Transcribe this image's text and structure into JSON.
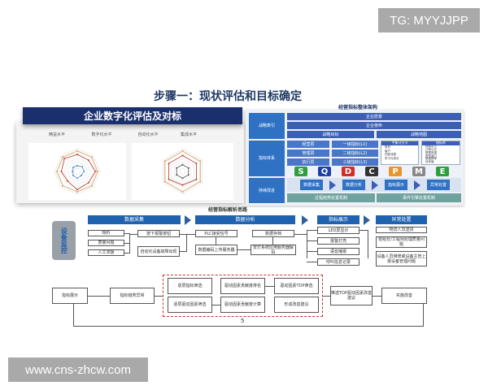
{
  "watermarks": {
    "top_right": "TG: MYYJJPP",
    "bottom_left": "www.cns-zhcw.com"
  },
  "title": "步骤一：现状评估和目标确定",
  "left_panel": {
    "header": "企业数字化评估及对标",
    "labels": [
      "精益水平",
      "数字化水平",
      "自动化水平",
      "集成水平"
    ],
    "radars": [
      {
        "axes": 8,
        "levels": 7,
        "series": [
          {
            "color": "#c0392b",
            "values": [
              0.75,
              0.7,
              0.8,
              0.7,
              0.8,
              0.6,
              0.7,
              0.8
            ]
          },
          {
            "color": "#4a90d9",
            "values": [
              0.25,
              0.3,
              0.3,
              0.25,
              0.3,
              0.25,
              0.2,
              0.25
            ]
          },
          {
            "color": "#d9a35c",
            "values": [
              0.9,
              0.9,
              0.9,
              0.9,
              0.9,
              0.9,
              0.9,
              0.9
            ]
          }
        ]
      },
      {
        "axes": 6,
        "levels": 7,
        "series": [
          {
            "color": "#c0392b",
            "values": [
              0.7,
              0.7,
              0.7,
              0.6,
              0.7,
              0.7
            ]
          },
          {
            "color": "#555555",
            "values": [
              0.3,
              0.3,
              0.3,
              0.3,
              0.3,
              0.3
            ]
          },
          {
            "color": "#d9a35c",
            "values": [
              0.9,
              0.9,
              0.9,
              0.9,
              0.9,
              0.9
            ]
          }
        ]
      }
    ]
  },
  "right_panel": {
    "title": "经营指标整体架构",
    "side": [
      "战略牵引",
      "指标体系",
      "持续改进"
    ],
    "vision": "企业愿景",
    "mission": "企业使命",
    "goal": "战略目标",
    "map": "战略地图",
    "levels": [
      [
        "经营层",
        "一级指标(L1)"
      ],
      [
        "管理层",
        "二级指标(L2)"
      ],
      [
        "执行层",
        "三级指标(L3)"
      ]
    ],
    "card1": {
      "title": "平衡计分卡",
      "items": [
        "财务",
        "客户",
        "内部流程",
        "学习与成长"
      ]
    },
    "card2": {
      "title": "指标库",
      "items": [
        "指标定义",
        "计算公式",
        "数据来源",
        "责任部门",
        "数据频率",
        "目标值"
      ]
    },
    "letters": [
      {
        "t": "S",
        "c": "#2e9e3e"
      },
      {
        "t": "Q",
        "c": "#1d3fa8"
      },
      {
        "t": "D",
        "c": "#d62b2b"
      },
      {
        "t": "C",
        "c": "#333333"
      },
      {
        "t": "P",
        "c": "#e8962a"
      },
      {
        "t": "M",
        "c": "#888888"
      },
      {
        "t": "E",
        "c": "#2e9e3e"
      }
    ],
    "flow": [
      "数据采集",
      "数据分析",
      "指标展示",
      "异常处置"
    ],
    "bottom": [
      "过程趋势处置机制",
      "事件引擎处置机制"
    ]
  },
  "analysis": {
    "title": "经营指标解析思路",
    "source": "设备监控",
    "headers": [
      "数据采集",
      "数据分析",
      "指标展示",
      "异常处置"
    ],
    "inputs": [
      "缺料",
      "质量问题",
      "人工求援"
    ],
    "triggers": [
      "按下报警按钮",
      "自动化设备故障出现"
    ],
    "plc": "PLC接受信号",
    "upload": "数据编码上传服务器",
    "store": "数据存档",
    "parse": "安灯系统应用服务器解码",
    "display": [
      "LED屏显示",
      "报警灯亮",
      "语音播报",
      "呼叫信息记录"
    ],
    "handle": [
      "物流人员送货",
      "班组长/工程师处理质量问题",
      "设备人员维修或设备主管上报设备管理问题"
    ]
  },
  "improve": {
    "start": "指标展示",
    "trend": "指标趋势异常",
    "inner": [
      "逐层指标筛选",
      "逐层驱动因素筛选",
      "驱动因素贡献度排名",
      "驱动因素贡献度计算",
      "驱动因素TOP筛选",
      "形成改善建议"
    ],
    "push": "推送TOP驱动因素改善建议",
    "act": "实施改善",
    "loop": "5"
  }
}
